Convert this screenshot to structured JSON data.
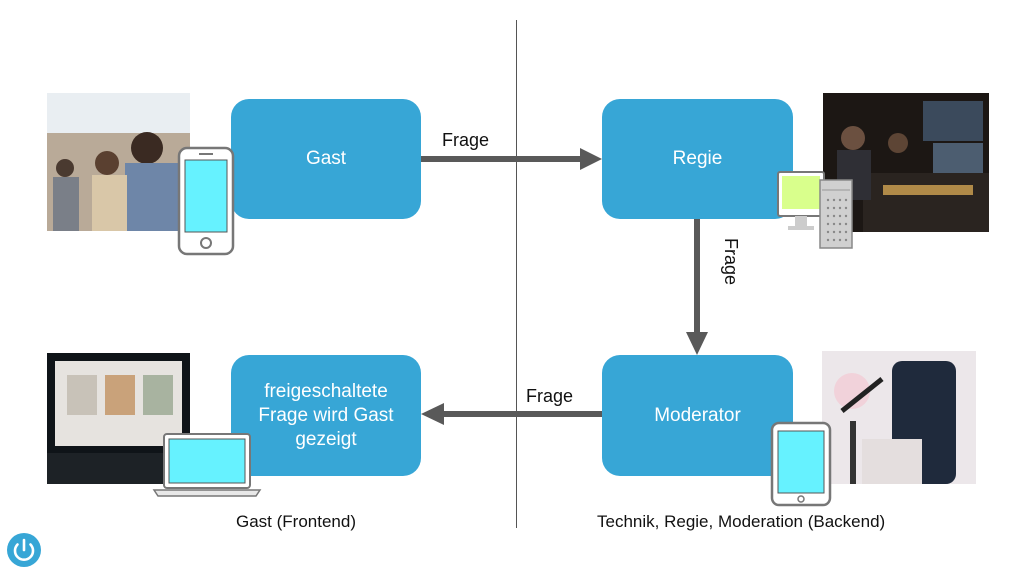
{
  "nodes": {
    "gast": "Gast",
    "regie": "Regie",
    "moderator": "Moderator",
    "frontend": "freigeschaltete\nFrage wird Gast\ngezeigt"
  },
  "edges": {
    "gast_to_regie": "Frage",
    "regie_to_moderator": "Frage",
    "moderator_to_frontend": "Frage"
  },
  "captions": {
    "left": "Gast (Frontend)",
    "right": "Technik, Regie, Moderation (Backend)"
  },
  "icons": {
    "gast": [
      "phone-icon"
    ],
    "regie": [
      "desktop-computer-icon"
    ],
    "moderator": [
      "tablet-icon"
    ],
    "frontend": [
      "laptop-icon"
    ],
    "logo": "power-logo-icon"
  },
  "colors": {
    "box": "#37A6D6",
    "arrow": "#595959",
    "screen": "#66F2FF"
  }
}
